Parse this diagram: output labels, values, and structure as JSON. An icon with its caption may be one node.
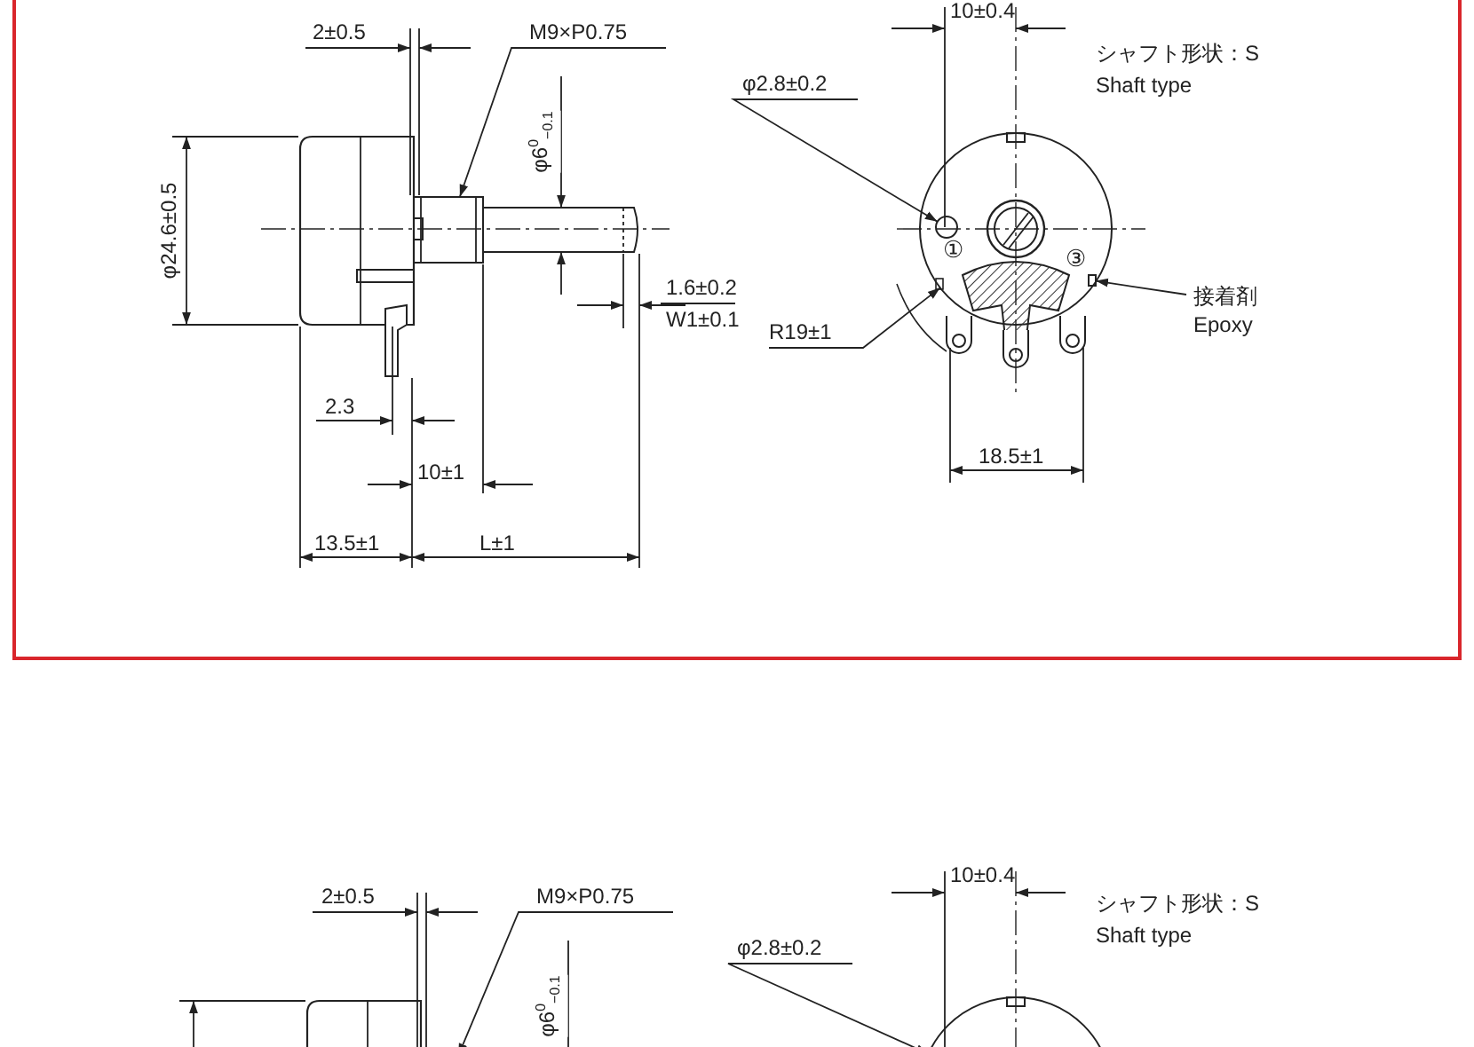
{
  "diagram": {
    "nodes": [
      {
        "text": [
          "M9×P0.75"
        ]
      },
      {
        "text": [
          "φ2.8±0.2"
        ]
      },
      {
        "text": [
          "R19±1"
        ]
      },
      {
        "text": [
          "接着剤",
          "Epoxy"
        ]
      },
      {
        "text": [
          "M9×P0.75"
        ]
      },
      {
        "text": [
          "φ2.8±0.2"
        ]
      },
      {
        "text": [],
        "shape": "box"
      },
      {
        "text": [],
        "shape": "circle",
        "in": 8
      },
      {
        "text": [],
        "shape": "circle"
      },
      {
        "text": [],
        "shape": "box",
        "in": 8
      },
      {
        "text": [],
        "shape": "circle"
      }
    ],
    "edges": [
      {
        "from": 0,
        "to": 6,
        "arrow": "to"
      },
      {
        "from": 1,
        "to": 7,
        "arrow": "to"
      },
      {
        "from": 2,
        "to": 8,
        "arrow": "to"
      },
      {
        "from": 3,
        "to": 9,
        "arrow": "to"
      },
      {
        "from": 4,
        "to": null,
        "arrow": "to"
      },
      {
        "from": 5,
        "to": 10,
        "arrow": "to"
      }
    ],
    "labels": [
      "2±0.5",
      "10±0.4",
      "シャフト形状：S",
      "Shaft type",
      "φ6$^{0}$$_{−0.1}$",
      "φ24.6±0.5",
      "1.6±0.2",
      "W1±0.1",
      "①",
      "③",
      "2.3",
      "10±1",
      "18.5±1",
      "13.5±1",
      "L±1",
      "10±0.4",
      "2±0.5",
      "シャフト形状：S",
      "Shaft type",
      "φ6$^{0}$$_{−0.1}$"
    ]
  }
}
